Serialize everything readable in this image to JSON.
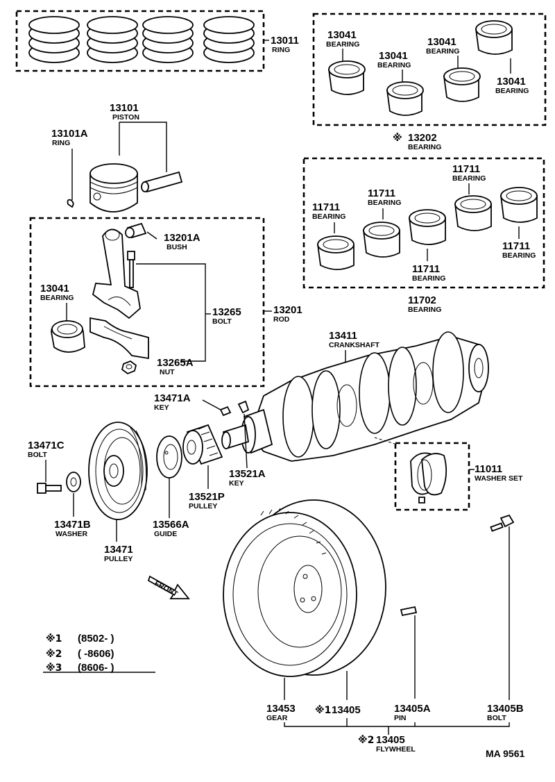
{
  "labels": {
    "ring_13011": {
      "num": "13011",
      "name": "RING"
    },
    "piston_13101": {
      "num": "13101",
      "name": "PISTON"
    },
    "ring_13101a": {
      "num": "13101A",
      "name": "RING"
    },
    "bush_13201a": {
      "num": "13201A",
      "name": "BUSH"
    },
    "bearing_13041_rod": {
      "num": "13041",
      "name": "BEARING"
    },
    "bolt_13265": {
      "num": "13265",
      "name": "BOLT"
    },
    "rod_13201": {
      "num": "13201",
      "name": "ROD"
    },
    "nut_13265a": {
      "num": "13265A",
      "name": "NUT"
    },
    "bearing_13041_a": {
      "num": "13041",
      "name": "BEARING"
    },
    "bearing_13041_b": {
      "num": "13041",
      "name": "BEARING"
    },
    "bearing_13041_c": {
      "num": "13041",
      "name": "BEARING"
    },
    "bearing_13041_d": {
      "num": "13041",
      "name": "BEARING"
    },
    "bearing_13202": {
      "mark": "※",
      "num": "13202",
      "name": "BEARING"
    },
    "bearing_11711_a": {
      "num": "11711",
      "name": "BEARING"
    },
    "bearing_11711_b": {
      "num": "11711",
      "name": "BEARING"
    },
    "bearing_11711_c": {
      "num": "11711",
      "name": "BEARING"
    },
    "bearing_11711_d": {
      "num": "11711",
      "name": "BEARING"
    },
    "bearing_11711_e": {
      "num": "11711",
      "name": "BEARING"
    },
    "bearing_11702": {
      "num": "11702",
      "name": "BEARING"
    },
    "crankshaft_13411": {
      "num": "13411",
      "name": "CRANKSHAFT"
    },
    "key_13471a": {
      "num": "13471A",
      "name": "KEY"
    },
    "bolt_13471c": {
      "num": "13471C",
      "name": "BOLT"
    },
    "key_13521a": {
      "num": "13521A",
      "name": "KEY"
    },
    "pulley_13521p": {
      "num": "13521P",
      "name": "PULLEY"
    },
    "washer_13471b": {
      "num": "13471B",
      "name": "WASHER"
    },
    "guide_13566a": {
      "num": "13566A",
      "name": "GUIDE"
    },
    "pulley_13471": {
      "num": "13471",
      "name": "PULLEY"
    },
    "washerset_11011": {
      "num": "11011",
      "name": "WASHER SET"
    },
    "gear_13453": {
      "num": "13453",
      "name": "GEAR"
    },
    "flywheel_13405": {
      "mark": "※1",
      "num": "13405"
    },
    "pin_13405a": {
      "num": "13405A",
      "name": "PIN"
    },
    "bolt_13405b": {
      "num": "13405B",
      "name": "BOLT"
    },
    "flywheel_assy": {
      "mark": "※2",
      "num": "13405",
      "name": "FLYWHEEL"
    }
  },
  "front_label": "FRONT",
  "legend": [
    {
      "mark": "※1",
      "range": "(8502-        )"
    },
    {
      "mark": "※2",
      "range": "(        -8606)"
    },
    {
      "mark": "※3",
      "range": "(8606-        )"
    }
  ],
  "diagram_code": "MA 9561"
}
